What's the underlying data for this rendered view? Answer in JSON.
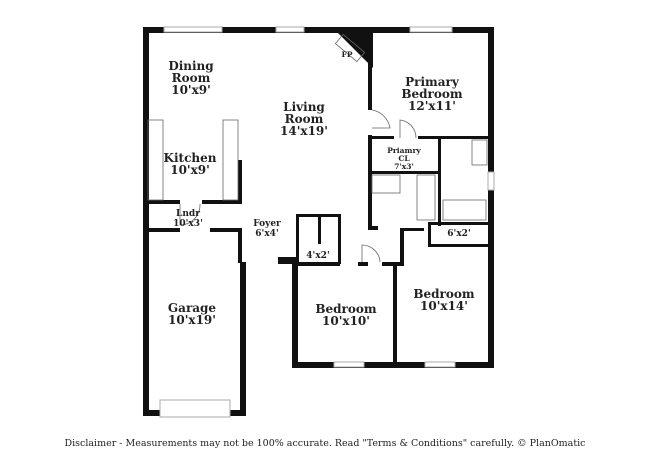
{
  "rooms": {
    "dining": {
      "name_line1": "Dining",
      "name_line2": "Room",
      "dims": "10'x9'"
    },
    "living": {
      "name_line1": "Living",
      "name_line2": "Room",
      "dims": "14'x19'"
    },
    "primary_bedroom": {
      "name_line1": "Primary",
      "name_line2": "Bedroom",
      "dims": "12'x11'"
    },
    "fireplace": {
      "label": "FP"
    },
    "primary_closet": {
      "name_line1": "Priamry",
      "name_line2": "CL",
      "dims": "7'x3'"
    },
    "kitchen": {
      "name": "Kitchen",
      "dims": "10'x9'"
    },
    "laundry": {
      "name": "Lndr",
      "dims": "10'x3'"
    },
    "foyer": {
      "name": "Foyer",
      "dims": "6'x4'"
    },
    "hall_closet": {
      "dims": "4'x2'"
    },
    "closet_6x2": {
      "dims": "6'x2'"
    },
    "garage": {
      "name": "Garage",
      "dims": "10'x19'"
    },
    "bedroom2": {
      "name": "Bedroom",
      "dims": "10'x10'"
    },
    "bedroom3": {
      "name": "Bedroom",
      "dims": "10'x14'"
    }
  },
  "disclaimer": "Disclaimer - Measurements may not be 100% accurate. Read \"Terms & Conditions\" carefully. © PlanOmatic"
}
